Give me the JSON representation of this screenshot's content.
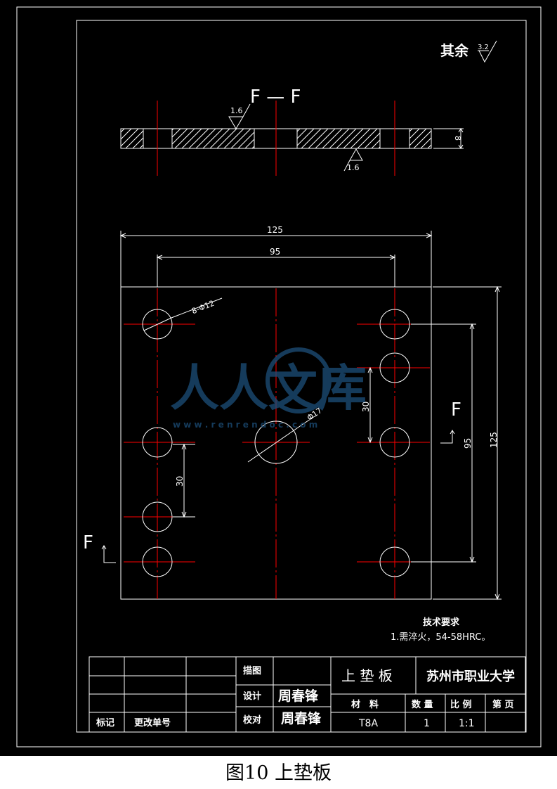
{
  "colors": {
    "background": "#000000",
    "line": "#ffffff",
    "centerline": "#ff0000",
    "watermark": "#1d4f7a"
  },
  "surface_finish": {
    "label": "其余",
    "value": "3.2"
  },
  "section": {
    "title": "F — F",
    "roughness_top": "1.6",
    "roughness_bottom": "1.6",
    "thickness": "8"
  },
  "plan": {
    "dim_width": "125",
    "dim_hole_span": "95",
    "holes_label": "8-Φ12",
    "center_hole": "Φ17",
    "dim_30_right": "30",
    "dim_95_right": "95",
    "dim_height": "125",
    "dim_30_left": "30",
    "cut_mark": "F"
  },
  "tech_requirements": {
    "title": "技术要求",
    "item1": "1.需淬火，54-58HRC。"
  },
  "title_block": {
    "mark_label": "标记",
    "change_label": "更改单号",
    "trace_label": "描图",
    "design_label": "设计",
    "design_name": "周春锋",
    "check_label": "校对",
    "check_name": "周春锋",
    "part_name": "上 垫 板",
    "school": "苏州市职业大学",
    "material_label": "材　料",
    "qty_label": "数 量",
    "scale_label": "比 例",
    "page_label": "第 页",
    "material": "T8A",
    "qty": "1",
    "scale": "1:1"
  },
  "watermark": {
    "text": "人人文库",
    "url": "w w w . r e n r e n d o c . c o m"
  },
  "caption": "图10  上垫板"
}
